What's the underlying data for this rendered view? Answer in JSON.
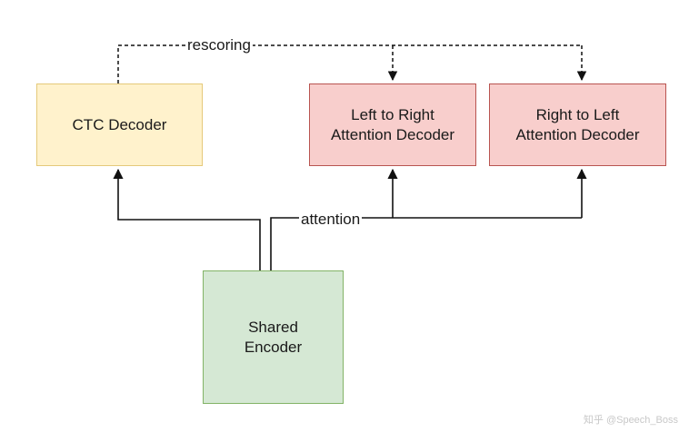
{
  "nodes": {
    "ctc_decoder": "CTC Decoder",
    "left_to_right_decoder": "Left to Right\nAttention Decoder",
    "right_to_left_decoder": "Right to Left\nAttention Decoder",
    "shared_encoder": "Shared\nEncoder"
  },
  "edges": {
    "rescoring_label": "rescoring",
    "attention_label": "attention"
  },
  "watermark": "知乎 @Speech_Boss",
  "colors": {
    "ctc_fill": "#fff2cc",
    "ctc_border": "#e5c97a",
    "attention_fill": "#f8cecc",
    "attention_border": "#b85450",
    "encoder_fill": "#d5e8d4",
    "encoder_border": "#82b366"
  }
}
